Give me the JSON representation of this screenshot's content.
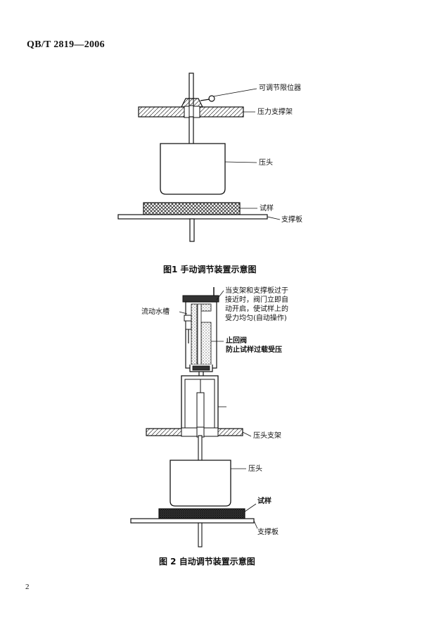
{
  "header": {
    "standard_code": "QB/T 2819—2006"
  },
  "figure1": {
    "caption": "图1   手动调节装置示意图",
    "labels": {
      "adjustable_limiter": "可调节限位器",
      "pressure_support": "压力支撑架",
      "press_head": "压头",
      "specimen": "试样",
      "support_plate": "支撑板"
    }
  },
  "figure2": {
    "caption": "图 2   自动调节装置示意图",
    "labels": {
      "note_line1": "当支架和支撑板过于",
      "note_line2": "接近时，阀门立即自",
      "note_line3": "动开启，使试样上的",
      "note_line4": "受力均匀(自动操作)",
      "flow_tank": "流动水槽",
      "check_valve_line1": "止回阀",
      "check_valve_line2": "防止试样过载受压",
      "head_support": "压头支架",
      "press_head": "压头",
      "specimen": "试样",
      "support_plate": "支撑板"
    }
  },
  "footer": {
    "page_number": "2"
  }
}
